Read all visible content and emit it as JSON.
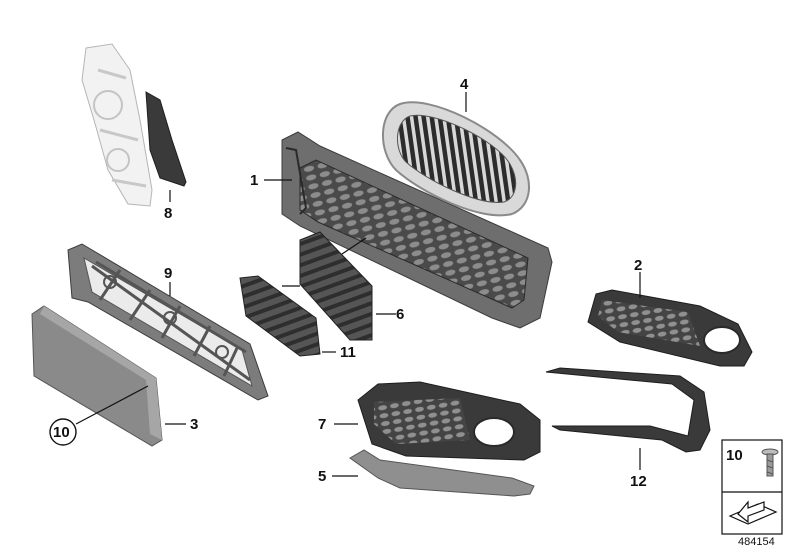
{
  "callouts": [
    {
      "id": "1",
      "label": "1"
    },
    {
      "id": "2",
      "label": "2"
    },
    {
      "id": "3",
      "label": "3"
    },
    {
      "id": "4",
      "label": "4"
    },
    {
      "id": "5",
      "label": "5"
    },
    {
      "id": "6",
      "label": "6"
    },
    {
      "id": "7",
      "label": "7"
    },
    {
      "id": "8",
      "label": "8"
    },
    {
      "id": "9",
      "label": "9"
    },
    {
      "id": "10",
      "label": "10"
    },
    {
      "id": "11",
      "label": "11"
    },
    {
      "id": "12",
      "label": "12"
    }
  ],
  "legend": {
    "part_label": "10"
  },
  "diagram_number": "484154"
}
